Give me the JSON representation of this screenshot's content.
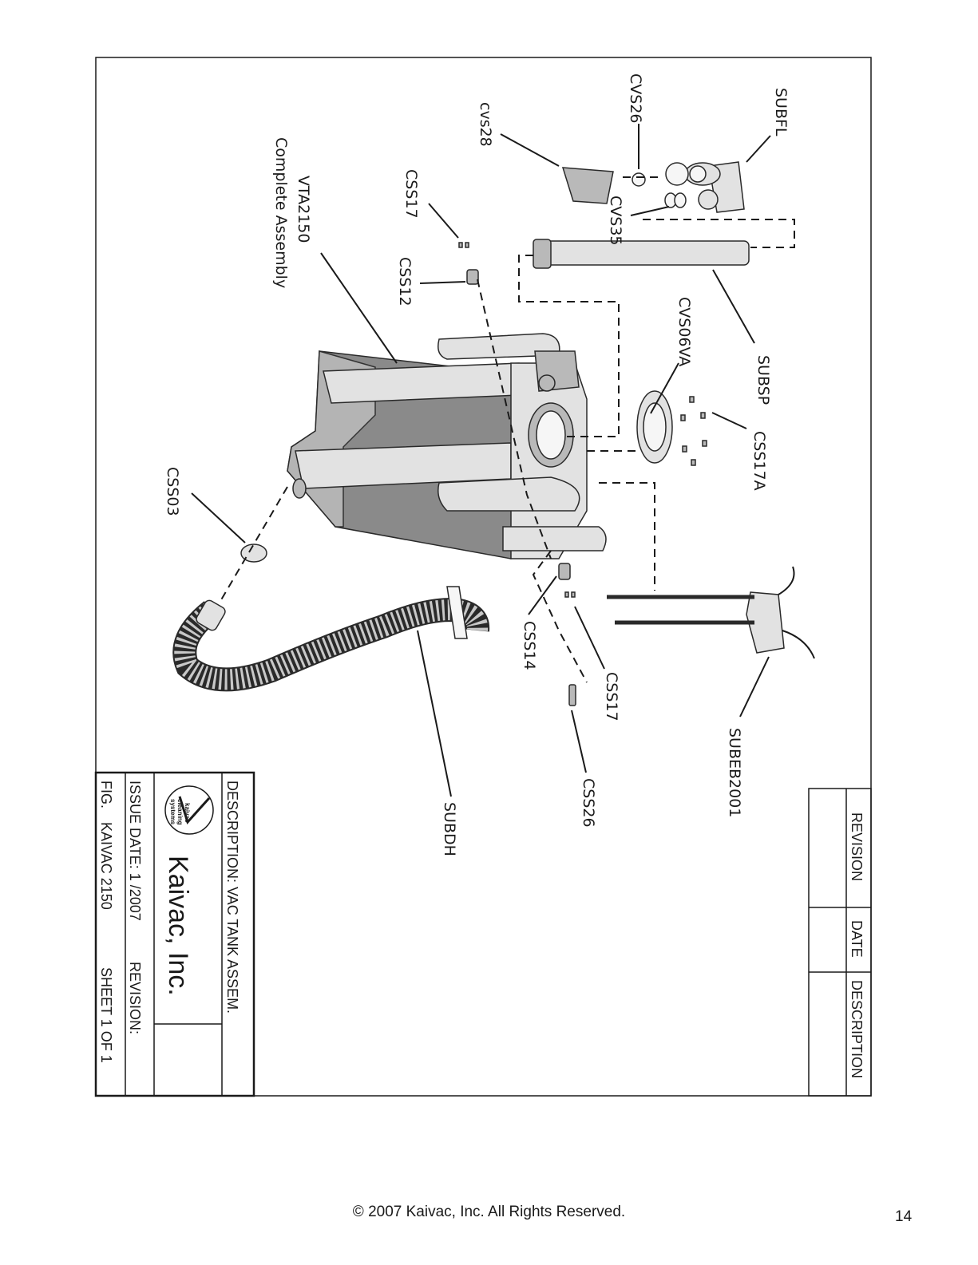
{
  "labels": {
    "subfl": "SUBFL",
    "cvs26": "CVS26",
    "cvs28": "cvs28",
    "cvs35": "CVS35",
    "css17_top": "CSS17",
    "css12": "CSS12",
    "vta_code": "VTA2150",
    "vta_desc": "Complete Assembly",
    "cvs06va": "CVS06VA",
    "subsp": "SUBSP",
    "css17a": "CSS17A",
    "css03": "CSS03",
    "css14": "CSS14",
    "css17_bottom": "CSS17",
    "subeb2001": "SUBEB2001",
    "css26": "CSS26",
    "subdh": "SUBDH"
  },
  "revision_block": {
    "col_revision": "REVISION",
    "col_date": "DATE",
    "col_description": "DESCRIPTION"
  },
  "title_block": {
    "description": "DESCRIPTION: VAC TANK ASSEM.",
    "company": "Kaivac, Inc.",
    "logo_text_1": "kaivac",
    "logo_text_2": "cleaning",
    "logo_text_3": "systems",
    "issue_date": "ISSUE DATE: 1  /2007",
    "revision": "REVISION:",
    "fig": "FIG.",
    "model": "KAIVAC 2150",
    "sheet": "SHEET 1 OF 1"
  },
  "footer": {
    "copyright": "© 2007 Kaivac, Inc. All Rights Reserved.",
    "page_number": "14"
  }
}
